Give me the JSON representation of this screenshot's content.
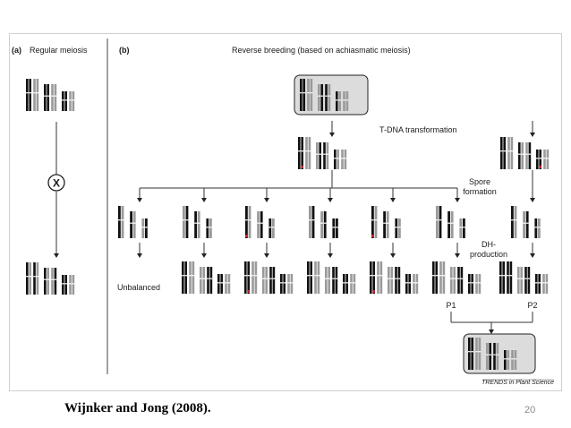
{
  "panel_a": {
    "letter": "(a)",
    "title": "Regular meiosis",
    "cross_symbol": "X"
  },
  "panel_b": {
    "letter": "(b)",
    "title": "Reverse breeding (based on achiasmatic meiosis)",
    "step_transformation": "T-DNA transformation",
    "step_spore": [
      "Spore",
      "formation"
    ],
    "step_dh": [
      "DH-",
      "production"
    ],
    "unbalanced_label": "Unbalanced",
    "parent_1": "P1",
    "parent_2": "P2"
  },
  "credit": "TRENDS in Plant Science",
  "caption": "Wijnker and Jong (2008).",
  "page_number": "20",
  "colors": {
    "black_chromatid": "#111111",
    "grey_chromatid": "#9a9a9a",
    "tdna_mark": "#c0202a",
    "box_fill": "#dcdcdc"
  }
}
